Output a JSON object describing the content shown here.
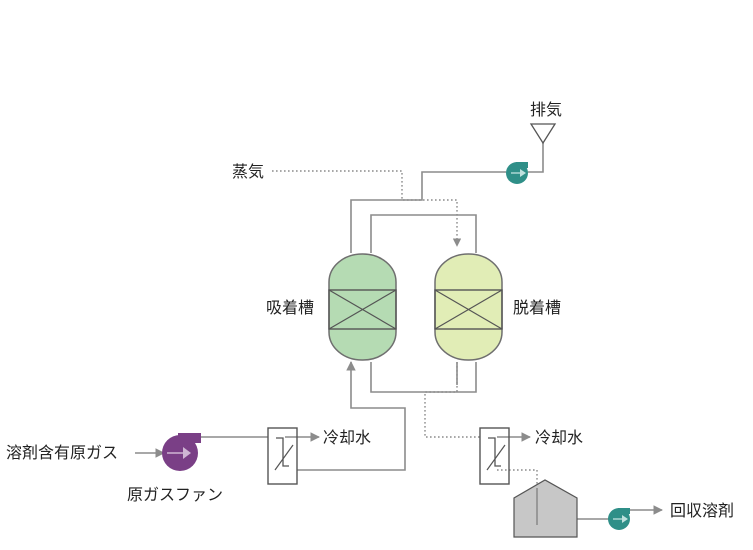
{
  "labels": {
    "exhaust": "排気",
    "steam": "蒸気",
    "adsorption_tank": "吸着槽",
    "desorption_tank": "脱着槽",
    "cooling_water_1": "冷却水",
    "cooling_water_2": "冷却水",
    "raw_gas": "溶剤含有原ガス",
    "raw_gas_fan": "原ガスファン",
    "recovered_solvent": "回収溶剤"
  },
  "colors": {
    "adsorption_tank_fill": "#b5dbb3",
    "desorption_tank_fill": "#e1edb6",
    "tank_stroke": "#6f6f6f",
    "fan_fill": "#7a3f86",
    "pump_fill": "#2f8f88",
    "line": "#8c8c8c",
    "receiver_fill": "#c7c7c7"
  },
  "icons": {
    "exhaust_vent": "triangle-vent-icon",
    "exhaust_pump": "pump-icon",
    "raw_gas_fan": "fan-icon",
    "recovery_pump": "pump-icon",
    "condenser": "heat-exchanger-icon"
  }
}
